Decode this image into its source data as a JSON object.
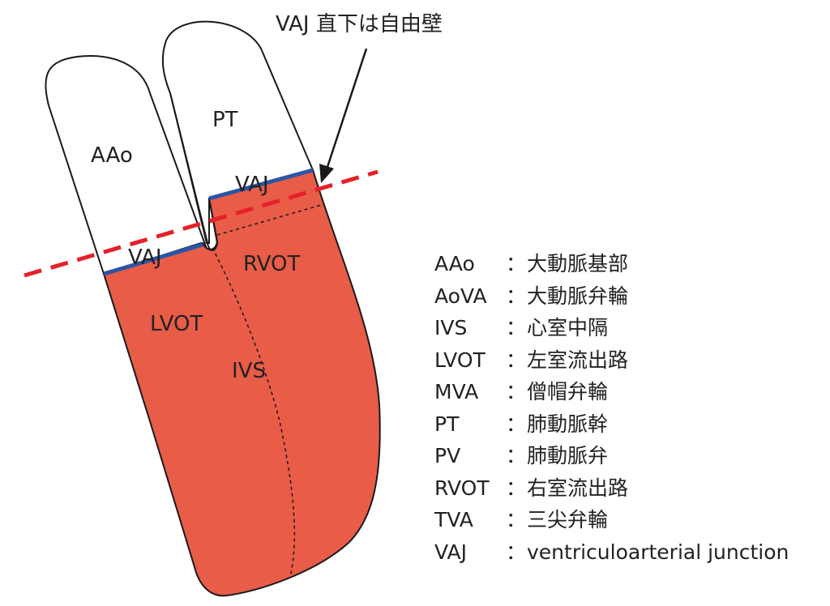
{
  "annotation": {
    "text": "VAJ 直下は自由壁"
  },
  "labels": {
    "aao": "AAo",
    "pt": "PT",
    "vaj_right": "VAJ",
    "vaj_left": "VAJ",
    "rvot": "RVOT",
    "lvot": "LVOT",
    "ivs": "IVS"
  },
  "legend": [
    {
      "abbr": "AAo",
      "sep": "：",
      "def": "大動脈基部"
    },
    {
      "abbr": "AoVA",
      "sep": "：",
      "def": "大動脈弁輪"
    },
    {
      "abbr": "IVS",
      "sep": "：",
      "def": "心室中隔"
    },
    {
      "abbr": "LVOT",
      "sep": "：",
      "def": "左室流出路"
    },
    {
      "abbr": "MVA",
      "sep": "：",
      "def": "僧帽弁輪"
    },
    {
      "abbr": "PT",
      "sep": "：",
      "def": "肺動脈幹"
    },
    {
      "abbr": "PV",
      "sep": "：",
      "def": "肺動脈弁"
    },
    {
      "abbr": "RVOT",
      "sep": "：",
      "def": "右室流出路"
    },
    {
      "abbr": "TVA",
      "sep": "：",
      "def": "三尖弁輪"
    },
    {
      "abbr": "VAJ",
      "sep": "：",
      "def": "ventriculoarterial junction"
    }
  ],
  "colors": {
    "muscle": "#e85c48",
    "outline": "#1a1a1a",
    "vaj_line": "#2b55a6",
    "cut_line": "#e5202a",
    "vessel": "#ffffff"
  }
}
